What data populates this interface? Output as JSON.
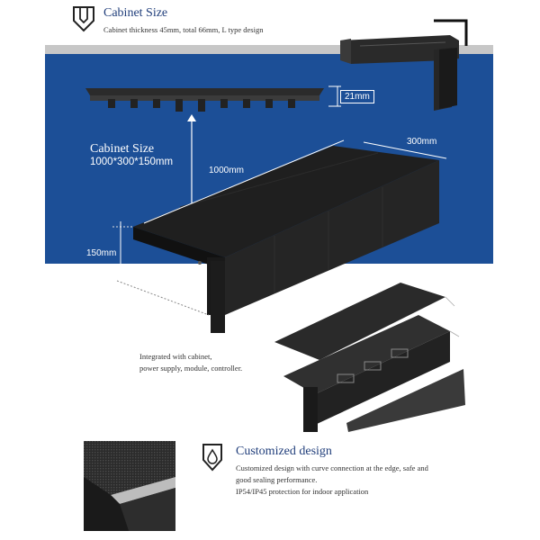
{
  "header": {
    "title": "Cabinet Size",
    "subtitle": "Cabinet thickness 45mm, total 66mm, L type design"
  },
  "dimensions": {
    "thickness_label": "21mm",
    "size_title": "Cabinet Size",
    "size_value": "1000*300*150mm",
    "length_label": "1000mm",
    "width_label": "300mm",
    "height_label": "150mm"
  },
  "integration": {
    "line1": "Integrated with cabinet,",
    "line2": "power supply, module, controller."
  },
  "custom": {
    "title": "Customized design",
    "line1": "Customized design with curve connection at the edge, safe and",
    "line2": "good sealing performance.",
    "line3": "IP54/IP45 protection for indoor application"
  },
  "colors": {
    "band_blue": "#1c4f97",
    "title_blue": "#1f3d7a",
    "cabinet_dark": "#1e1e1e"
  },
  "icons": [
    "shield-icon",
    "drop-shield-icon"
  ]
}
